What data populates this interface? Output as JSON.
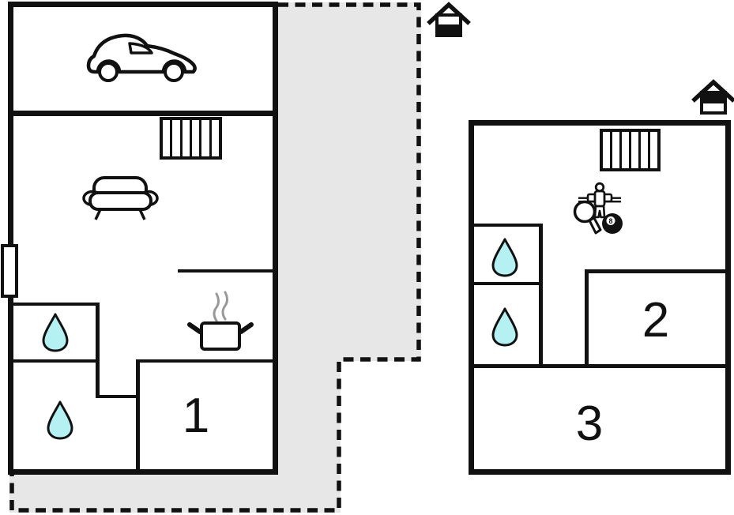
{
  "colors": {
    "wall": "#111111",
    "terrace_fill": "#e7e7e7",
    "water_drop_fill": "#b5f0f3",
    "steam": "#999999",
    "background": "#ffffff"
  },
  "ground_floor": {
    "level_indicator": "house-icon-lower-half-filled",
    "rooms": [
      {
        "label": "1"
      }
    ],
    "features": [
      "car",
      "radiator",
      "sofa",
      "window",
      "stove-with-steam",
      "water-drop",
      "water-drop",
      "dashed-terrace"
    ]
  },
  "upper_floor": {
    "level_indicator": "house-icon-upper-half-filled",
    "rooms": [
      {
        "label": "2"
      },
      {
        "label": "3"
      }
    ],
    "features": [
      "radiator",
      "foosball-player",
      "table-tennis-paddle",
      "billiard-8-ball",
      "water-drop",
      "water-drop"
    ]
  },
  "billiard_ball_number": "8"
}
